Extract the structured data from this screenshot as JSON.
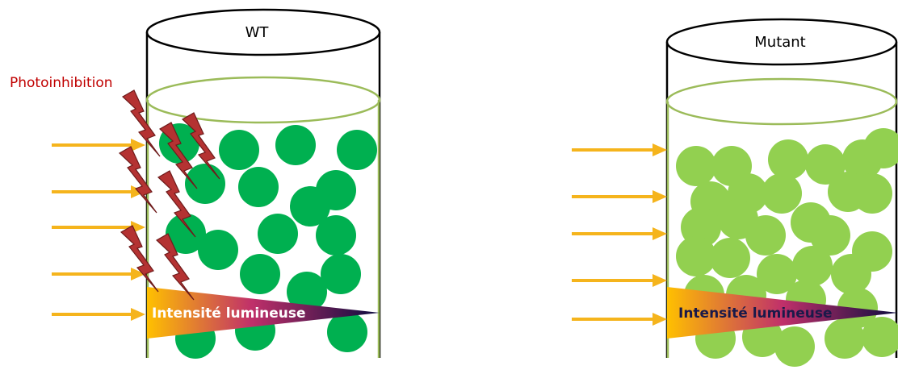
{
  "labels": {
    "wt_title": "WT",
    "mutant_title": "Mutant",
    "photoinhibition": "Photoinhibition",
    "intensity_wt": "Intensité lumineuse",
    "intensity_mutant": "Intensité lumineuse"
  },
  "colors": {
    "wt_cells": "#00b050",
    "mutant_cells": "#92d050",
    "arrow": "#f5b41c",
    "liquid_outline": "#9bbb59",
    "bolt": "#b43232",
    "photoinhibition_text": "#c00000",
    "gradient_start": "#ffc000",
    "gradient_end": "#0c0c40"
  },
  "icons": [
    "lightning-bolt-icon",
    "light-arrow-icon"
  ]
}
